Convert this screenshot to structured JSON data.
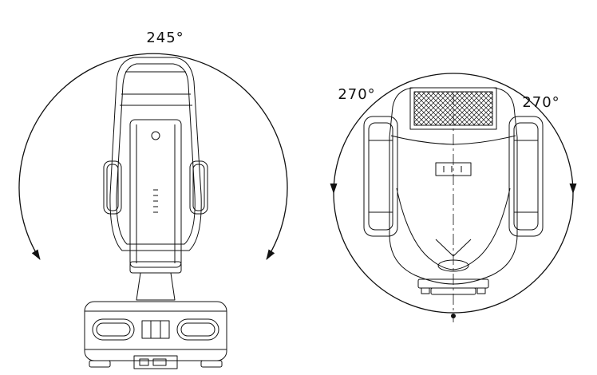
{
  "page": {
    "background_color": "#ffffff",
    "line_color": "#111111"
  },
  "tilt_diagram": {
    "angle_label": "245°"
  },
  "pan_diagram": {
    "left_angle_label": "270°",
    "right_angle_label": "270°"
  }
}
